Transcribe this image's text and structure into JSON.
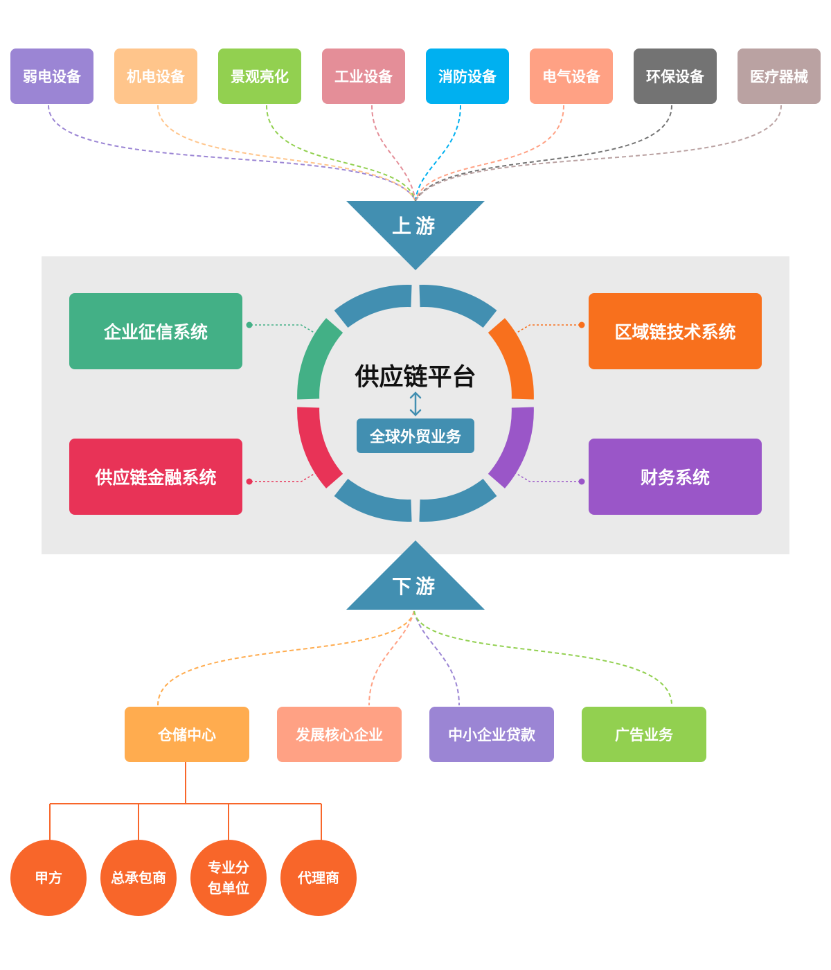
{
  "upstream": {
    "label": "上游",
    "items": [
      {
        "label": "弱电设备",
        "color": "#9b85d4"
      },
      {
        "label": "机电设备",
        "color": "#ffc58b"
      },
      {
        "label": "景观亮化",
        "color": "#92d050"
      },
      {
        "label": "工业设备",
        "color": "#e48e98"
      },
      {
        "label": "消防设备",
        "color": "#00b0f0"
      },
      {
        "label": "电气设备",
        "color": "#ffa184"
      },
      {
        "label": "环保设备",
        "color": "#737373"
      },
      {
        "label": "医疗器械",
        "color": "#baa2a2"
      }
    ]
  },
  "platform": {
    "title": "供应链平台",
    "tag": "全球外贸业务",
    "accent": "#428fb1",
    "systems": {
      "credit": {
        "label": "企业征信系统",
        "color": "#43b086"
      },
      "blockchain": {
        "label": "区域链技术系统",
        "color": "#f8701d"
      },
      "finance": {
        "label": "供应链金融系统",
        "color": "#e83357"
      },
      "accounting": {
        "label": "财务系统",
        "color": "#9a56c8"
      }
    }
  },
  "downstream": {
    "label": "下游",
    "items": [
      {
        "label": "仓储中心",
        "color": "#ffac4f"
      },
      {
        "label": "发展核心企业",
        "color": "#ffa184"
      },
      {
        "label": "中小企业贷款",
        "color": "#9b85d4"
      },
      {
        "label": "广告业务",
        "color": "#92d050"
      }
    ],
    "warehouse_children": [
      {
        "label": "甲方"
      },
      {
        "label": "总承包商"
      },
      {
        "label": "专业分包单位",
        "lines": [
          "专业分",
          "包单位"
        ]
      },
      {
        "label": "代理商"
      }
    ],
    "tree_color": "#f8662a"
  }
}
